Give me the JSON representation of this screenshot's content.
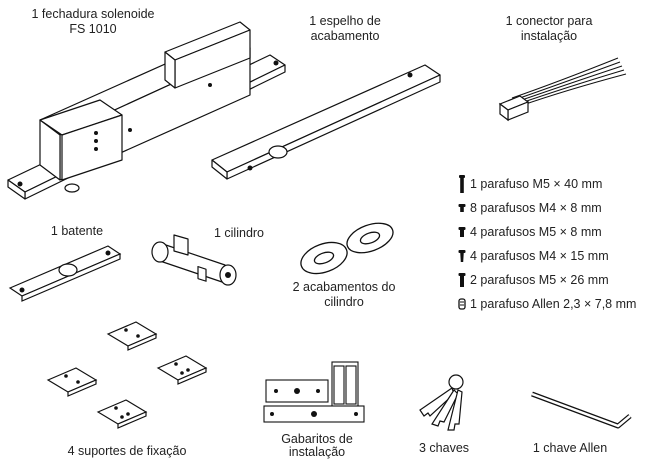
{
  "items": {
    "lock": {
      "line1": "1 fechadura solenoide",
      "line2": "FS 1010"
    },
    "mirror": {
      "line1": "1 espelho de",
      "line2": "acabamento"
    },
    "connector": {
      "line1": "1 conector para",
      "line2": "instalação"
    },
    "strike": {
      "label": "1 batente"
    },
    "cylinder": {
      "label": "1 cilindro"
    },
    "cylinder_finish": {
      "line1": "2 acabamentos do",
      "line2": "cilindro"
    },
    "brackets": {
      "label": "4 suportes de fixação"
    },
    "templates": {
      "line1": "Gabaritos de",
      "line2": "instalação"
    },
    "keys": {
      "label": "3 chaves"
    },
    "allen_key": {
      "label": "1 chave Allen"
    }
  },
  "screws": [
    {
      "label": "1 parafuso M5 × 40 mm",
      "icon": "long-screw-icon"
    },
    {
      "label": "8 parafusos M4 × 8 mm",
      "icon": "short-screw-icon"
    },
    {
      "label": "4 parafusos M5 × 8 mm",
      "icon": "short-screw-icon"
    },
    {
      "label": "4 parafusos M4 × 15 mm",
      "icon": "medium-screw-icon"
    },
    {
      "label": "2 parafusos M5 × 26 mm",
      "icon": "medium-screw-icon"
    },
    {
      "label": "1 parafuso Allen 2,3 × 7,8 mm",
      "icon": "allen-screw-icon"
    }
  ]
}
